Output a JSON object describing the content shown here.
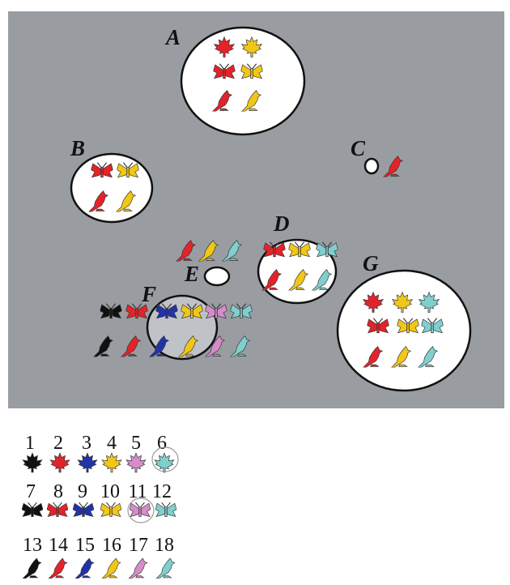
{
  "colors": {
    "background": "#999da1",
    "region_fill": "#ffffff",
    "region_f_fill": "#bfc3c7",
    "outline": "#111111",
    "palette": {
      "black": "#111111",
      "red": "#e3232a",
      "blue": "#2233a6",
      "yellow": "#f1c717",
      "pink": "#d58cc8",
      "cyan": "#7fcfcd"
    }
  },
  "regions": [
    {
      "label": "A",
      "items": [
        {
          "shape": "leaf-icon",
          "color": "red"
        },
        {
          "shape": "leaf-icon",
          "color": "yellow"
        },
        {
          "shape": "moth-icon",
          "color": "red"
        },
        {
          "shape": "moth-icon",
          "color": "yellow"
        },
        {
          "shape": "bird-icon",
          "color": "red"
        },
        {
          "shape": "bird-icon",
          "color": "yellow"
        }
      ]
    },
    {
      "label": "B",
      "items": [
        {
          "shape": "moth-icon",
          "color": "red"
        },
        {
          "shape": "moth-icon",
          "color": "yellow"
        },
        {
          "shape": "bird-icon",
          "color": "red"
        },
        {
          "shape": "bird-icon",
          "color": "yellow"
        }
      ]
    },
    {
      "label": "C",
      "items": [
        {
          "shape": "bird-icon",
          "color": "red"
        }
      ]
    },
    {
      "label": "D",
      "items": [
        {
          "shape": "moth-icon",
          "color": "red"
        },
        {
          "shape": "moth-icon",
          "color": "yellow"
        },
        {
          "shape": "moth-icon",
          "color": "cyan"
        },
        {
          "shape": "bird-icon",
          "color": "red"
        },
        {
          "shape": "bird-icon",
          "color": "yellow"
        },
        {
          "shape": "bird-icon",
          "color": "cyan"
        }
      ]
    },
    {
      "label": "E",
      "items": [
        {
          "shape": "bird-icon",
          "color": "red"
        },
        {
          "shape": "bird-icon",
          "color": "yellow"
        },
        {
          "shape": "bird-icon",
          "color": "cyan"
        }
      ]
    },
    {
      "label": "F",
      "items": [
        {
          "shape": "moth-icon",
          "color": "black"
        },
        {
          "shape": "moth-icon",
          "color": "red"
        },
        {
          "shape": "moth-icon",
          "color": "blue"
        },
        {
          "shape": "moth-icon",
          "color": "yellow"
        },
        {
          "shape": "moth-icon",
          "color": "pink"
        },
        {
          "shape": "moth-icon",
          "color": "cyan"
        },
        {
          "shape": "bird-icon",
          "color": "black"
        },
        {
          "shape": "bird-icon",
          "color": "red"
        },
        {
          "shape": "bird-icon",
          "color": "blue"
        },
        {
          "shape": "bird-icon",
          "color": "yellow"
        },
        {
          "shape": "bird-icon",
          "color": "pink"
        },
        {
          "shape": "bird-icon",
          "color": "cyan"
        }
      ]
    },
    {
      "label": "G",
      "items": [
        {
          "shape": "leaf-icon",
          "color": "red"
        },
        {
          "shape": "leaf-icon",
          "color": "yellow"
        },
        {
          "shape": "leaf-icon",
          "color": "cyan"
        },
        {
          "shape": "moth-icon",
          "color": "red"
        },
        {
          "shape": "moth-icon",
          "color": "yellow"
        },
        {
          "shape": "moth-icon",
          "color": "cyan"
        },
        {
          "shape": "bird-icon",
          "color": "red"
        },
        {
          "shape": "bird-icon",
          "color": "yellow"
        },
        {
          "shape": "bird-icon",
          "color": "cyan"
        }
      ]
    }
  ],
  "legend": {
    "rows": [
      {
        "shape": "leaf-icon",
        "entries": [
          {
            "number": "1",
            "color": "black"
          },
          {
            "number": "2",
            "color": "red"
          },
          {
            "number": "3",
            "color": "blue"
          },
          {
            "number": "4",
            "color": "yellow"
          },
          {
            "number": "5",
            "color": "pink"
          },
          {
            "number": "6",
            "color": "cyan",
            "circled": true
          }
        ]
      },
      {
        "shape": "moth-icon",
        "entries": [
          {
            "number": "7",
            "color": "black"
          },
          {
            "number": "8",
            "color": "red"
          },
          {
            "number": "9",
            "color": "blue"
          },
          {
            "number": "10",
            "color": "yellow"
          },
          {
            "number": "11",
            "color": "pink",
            "circled": true
          },
          {
            "number": "12",
            "color": "cyan"
          }
        ]
      },
      {
        "shape": "bird-icon",
        "entries": [
          {
            "number": "13",
            "color": "black"
          },
          {
            "number": "14",
            "color": "red"
          },
          {
            "number": "15",
            "color": "blue"
          },
          {
            "number": "16",
            "color": "yellow"
          },
          {
            "number": "17",
            "color": "pink"
          },
          {
            "number": "18",
            "color": "cyan"
          }
        ]
      }
    ]
  }
}
